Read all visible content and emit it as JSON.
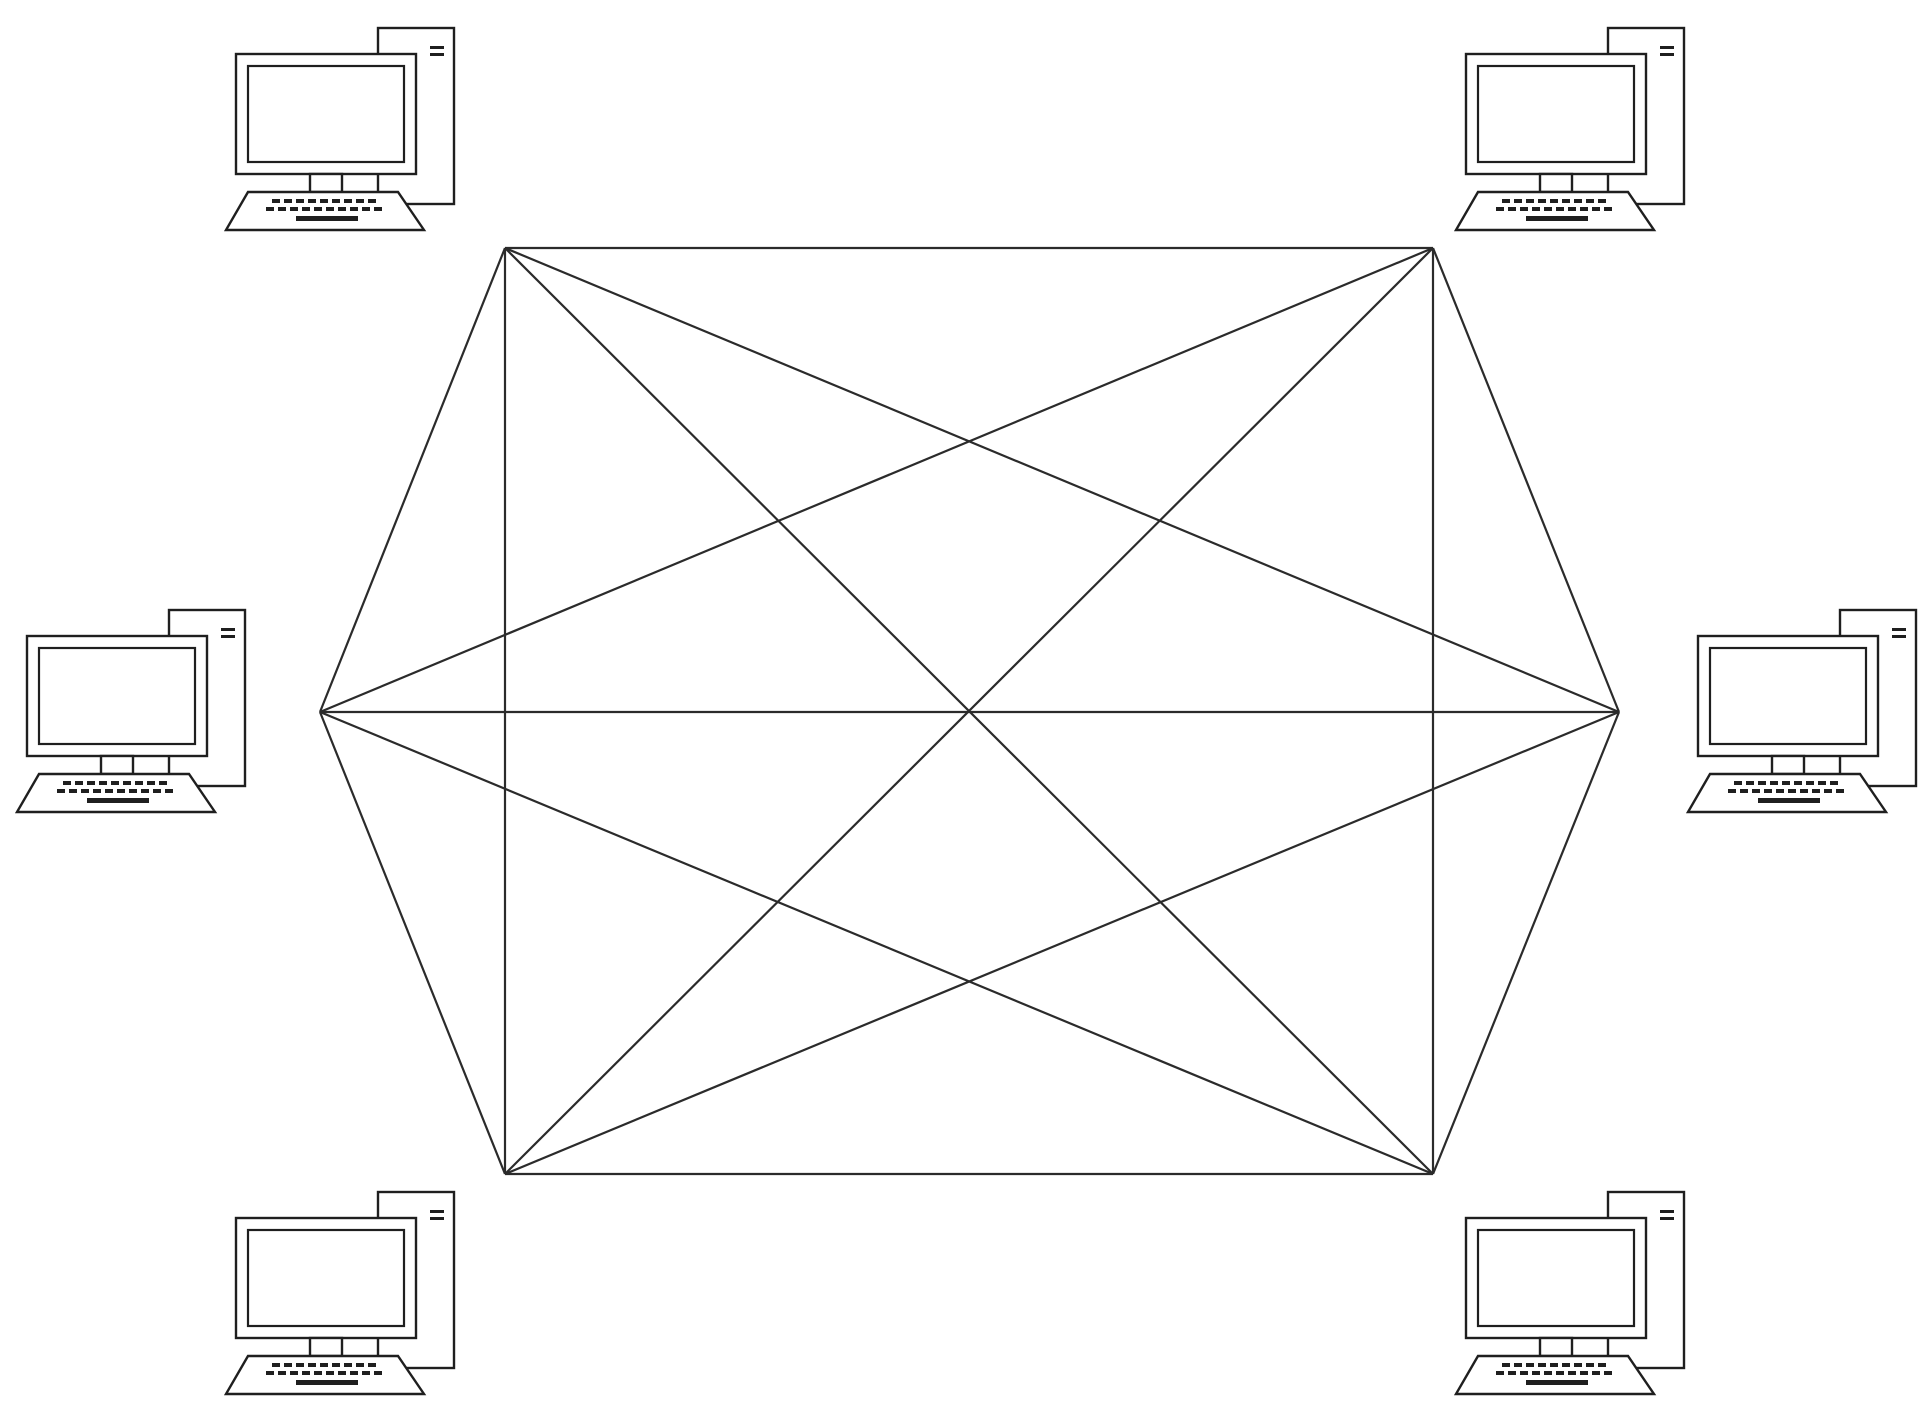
{
  "diagram": {
    "type": "full-mesh-network",
    "line_color": "#2b2b2b",
    "icon_name": "desktop-computer-icon",
    "nodes": [
      {
        "id": "top-left"
      },
      {
        "id": "top-right"
      },
      {
        "id": "left"
      },
      {
        "id": "right"
      },
      {
        "id": "bottom-left"
      },
      {
        "id": "bottom-right"
      }
    ],
    "links": [
      [
        "top-left",
        "top-right"
      ],
      [
        "top-left",
        "left"
      ],
      [
        "top-left",
        "right"
      ],
      [
        "top-left",
        "bottom-left"
      ],
      [
        "top-left",
        "bottom-right"
      ],
      [
        "top-right",
        "left"
      ],
      [
        "top-right",
        "right"
      ],
      [
        "top-right",
        "bottom-left"
      ],
      [
        "top-right",
        "bottom-right"
      ],
      [
        "left",
        "right"
      ],
      [
        "left",
        "bottom-left"
      ],
      [
        "left",
        "bottom-right"
      ],
      [
        "right",
        "bottom-left"
      ],
      [
        "right",
        "bottom-right"
      ],
      [
        "bottom-left",
        "bottom-right"
      ]
    ]
  }
}
